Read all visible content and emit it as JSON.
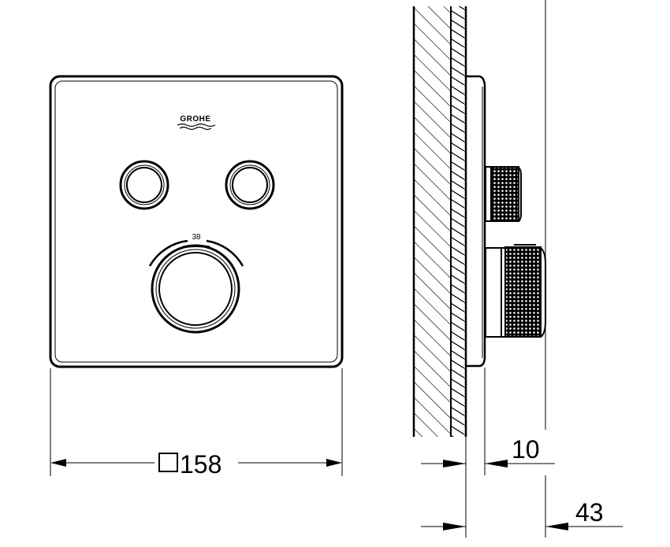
{
  "front_view": {
    "logo": "GROHE",
    "temperature_mark": "38",
    "width_dimension": "158",
    "square_symbol": "square"
  },
  "side_view": {
    "dimension_plate_depth": "10",
    "dimension_total_depth": "43"
  }
}
